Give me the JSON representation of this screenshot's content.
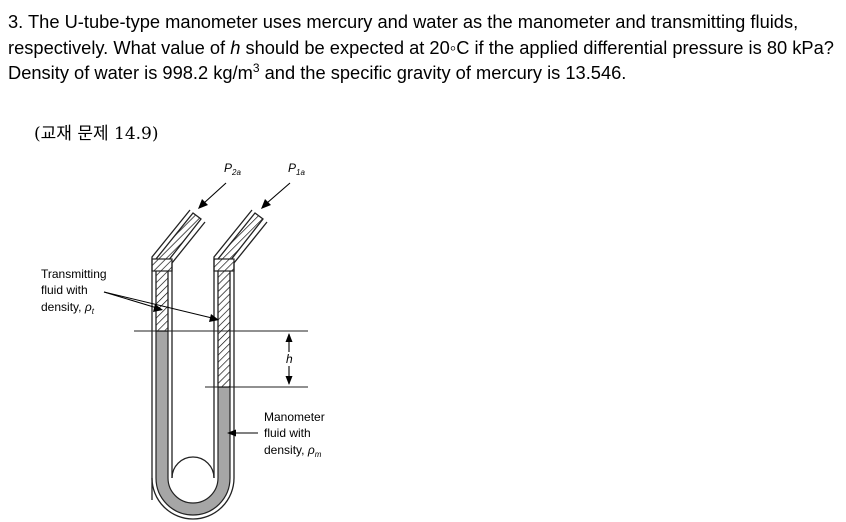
{
  "problem": {
    "number": "3.",
    "text_1": "The U-tube-type manometer uses mercury and water as the manometer and transmitting fluids, respectively. What value of ",
    "var_h": "h",
    "text_2": " should be expected at 20◦C if the applied differential pressure is 80 kPa? Density of water is 998.2 kg/m",
    "sup_3": "3",
    "text_3": " and the specific gravity of mercury is 13.546."
  },
  "reference": "(교재 문제 14.9)",
  "figure": {
    "p2a": "P",
    "p2a_sub": "2a",
    "p1a": "P",
    "p1a_sub": "1a",
    "transmit_1": "Transmitting",
    "transmit_2": "fluid with",
    "transmit_3": "density, ",
    "rho": "ρ",
    "rho_t_sub": "t",
    "h": "h",
    "mano_1": "Manometer",
    "mano_2": "fluid with",
    "mano_3": "density, ",
    "rho_m_sub": "m"
  }
}
